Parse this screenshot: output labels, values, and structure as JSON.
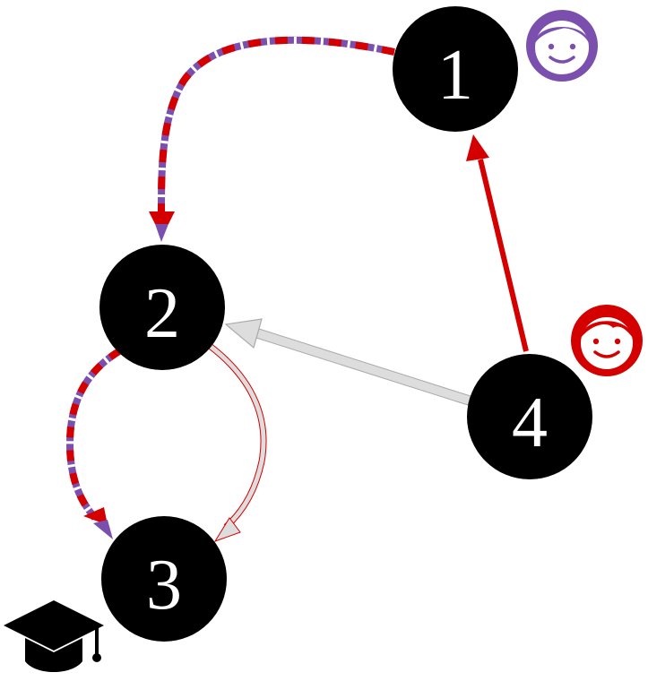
{
  "colors": {
    "node_fill": "#000000",
    "node_text": "#ffffff",
    "purple": "#7B4FAE",
    "red": "#D40000",
    "gray": "#dddddd",
    "gray_stroke": "#aaaaaa"
  },
  "nodes": [
    {
      "id": "1",
      "label": "1"
    },
    {
      "id": "2",
      "label": "2"
    },
    {
      "id": "3",
      "label": "3"
    },
    {
      "id": "4",
      "label": "4"
    }
  ],
  "edges": [
    {
      "from": "1",
      "to": "2",
      "style": "dashed-purple-red"
    },
    {
      "from": "4",
      "to": "1",
      "style": "solid-red"
    },
    {
      "from": "4",
      "to": "2",
      "style": "solid-gray"
    },
    {
      "from": "2",
      "to": "3",
      "style": "dashed-purple-red"
    },
    {
      "from": "2",
      "to": "3",
      "style": "outlined-gray-red"
    }
  ],
  "icons": [
    {
      "name": "person-icon",
      "color": "purple",
      "near_node": "1"
    },
    {
      "name": "person-icon",
      "color": "red",
      "near_node": "4"
    },
    {
      "name": "graduation-cap-icon",
      "color": "black",
      "near_node": "3"
    }
  ]
}
